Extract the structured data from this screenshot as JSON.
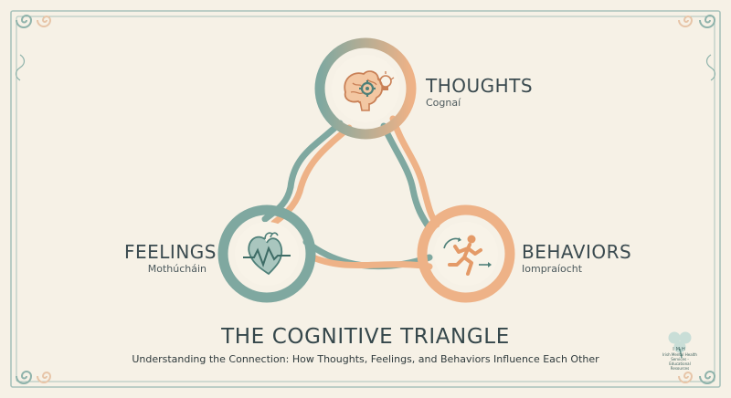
{
  "diagram": {
    "nodes": [
      {
        "id": "thoughts",
        "title": "THOUGHTS",
        "subtitle": "Cognaí",
        "icon": "brain-gear-lightbulb-icon"
      },
      {
        "id": "feelings",
        "title": "FEELINGS",
        "subtitle": "Mothúcháin",
        "icon": "heart-pulse-icon"
      },
      {
        "id": "behaviors",
        "title": "BEHAVIORS",
        "subtitle": "Iompraíocht",
        "icon": "running-person-icon"
      }
    ],
    "title": "THE COGNITIVE TRIANGLE",
    "subtitle": "Understanding the Connection: How Thoughts, Feelings, and Behaviors Influence Each Other",
    "logo": {
      "letters": "IMH",
      "text": "Irish Mental Health Services - Educational Resources"
    }
  },
  "colors": {
    "background": "#f6f1e6",
    "teal": "#7fa8a0",
    "peach": "#eeb287",
    "text": "#35474b",
    "border": "#8fb3ab"
  }
}
